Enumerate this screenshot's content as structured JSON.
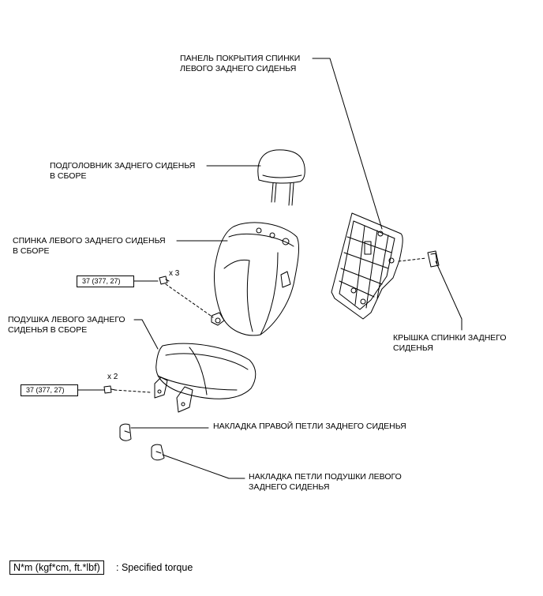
{
  "labels": {
    "back_panel": [
      "ПАНЕЛЬ ПОКРЫТИЯ СПИНКИ",
      "ЛЕВОГО ЗАДНЕГО СИДЕНЬЯ"
    ],
    "headrest": [
      "ПОДГОЛОВНИК ЗАДНЕГО СИДЕНЬЯ",
      "В СБОРЕ"
    ],
    "seatback": [
      "СПИНКА ЛЕВОГО ЗАДНЕГО СИДЕНЬЯ",
      "В СБОРЕ"
    ],
    "cushion": [
      "ПОДУШКА ЛЕВОГО ЗАДНЕГО",
      "СИДЕНЬЯ В СБОРЕ"
    ],
    "back_cover": [
      "КРЫШКА СПИНКИ ЗАДНЕГО",
      "СИДЕНЬЯ"
    ],
    "right_hinge_cover": [
      "НАКЛАДКА ПРАВОЙ ПЕТЛИ ЗАДНЕГО СИДЕНЬЯ"
    ],
    "cushion_hinge_cover": [
      "НАКЛАДКА ПЕТЛИ ПОДУШКИ ЛЕВОГО",
      "ЗАДНЕГО СИДЕНЬЯ"
    ]
  },
  "torques": {
    "upper": "37 (377, 27)",
    "lower": "37 (377, 27)"
  },
  "quantities": {
    "upper": "x 3",
    "lower": "x 2"
  },
  "legend": {
    "unit": "N*m (kgf*cm, ft.*lbf)",
    "description": ": Specified torque"
  }
}
